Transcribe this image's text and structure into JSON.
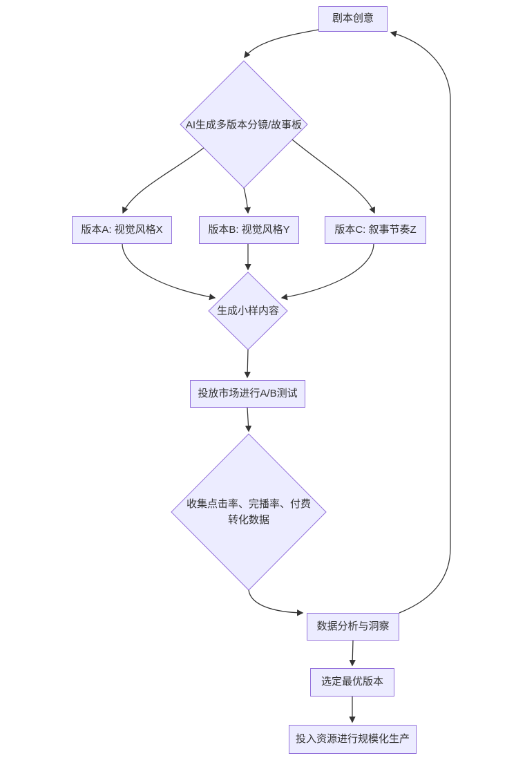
{
  "diagram": {
    "type": "flowchart",
    "nodes": {
      "script_idea": "剧本创意",
      "ai_storyboard": "AI生成多版本分镜/故事板",
      "version_a": "版本A: 视觉风格X",
      "version_b": "版本B: 视觉风格Y",
      "version_c": "版本C: 叙事节奏Z",
      "sample_content": "生成小样内容",
      "ab_test": "投放市场进行A/B测试",
      "collect_data": "收集点击率、完播率、付费转化数据",
      "analysis": "数据分析与洞察",
      "select_best": "选定最优版本",
      "scale_production": "投入资源进行规模化生产"
    },
    "colors": {
      "node_fill": "#ECECFF",
      "node_border": "#9370DB",
      "edge_color": "#333333",
      "text_color": "#333333",
      "background": "#FFFFFF"
    }
  }
}
